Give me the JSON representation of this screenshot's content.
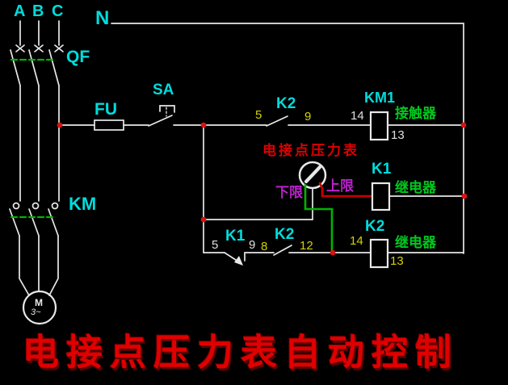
{
  "colors": {
    "background": "#000000",
    "wire": "#e8e8e8",
    "cyan_label": "#00dcdc",
    "green_label": "#00c81e",
    "green_wire": "#00b400",
    "yellow_number": "#d2d200",
    "white_number": "#e0e0e0",
    "red_text": "#dd0000",
    "red_wire": "#cc0000",
    "magenta_label": "#bb22cc",
    "junction_dot": "#dd1111"
  },
  "phases": {
    "a": "A",
    "b": "B",
    "c": "C"
  },
  "neutral_label": "N",
  "breaker_label": "QF",
  "fuse_label": "FU",
  "switch_label": "SA",
  "main_contactor_label": "KM",
  "motor": {
    "label": "M",
    "phase_note": "3~"
  },
  "top_contact": {
    "label": "K2",
    "terminal_left": "5",
    "terminal_right": "9"
  },
  "km1_coil": {
    "label": "KM1",
    "device_type": "接触器",
    "terminal_left": "14",
    "terminal_right": "13"
  },
  "gauge": {
    "label": "电接点压力表",
    "lower_limit": "下限",
    "upper_limit": "上限"
  },
  "k1_coil": {
    "label": "K1",
    "device_type": "继电器"
  },
  "k2_coil": {
    "label": "K2",
    "device_type": "继电器",
    "terminal_left": "14",
    "terminal_right": "13"
  },
  "bottom_contact_k1": {
    "label": "K1",
    "terminal_left": "5",
    "terminal_right": "9"
  },
  "bottom_contact_k2": {
    "label": "K2",
    "terminal_left": "8",
    "terminal_right": "12"
  },
  "title": "电接点压力表自动控制"
}
